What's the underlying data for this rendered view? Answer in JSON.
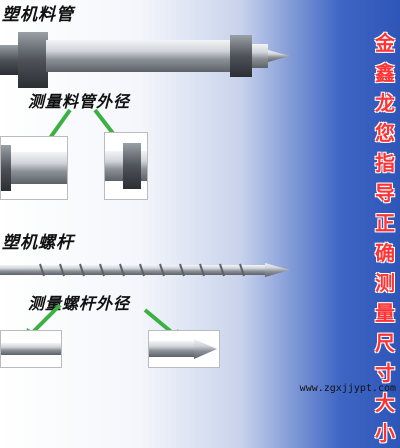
{
  "labels": {
    "barrel": "塑机料管",
    "measure_barrel": "测量料管外径",
    "screw": "塑机螺杆",
    "measure_screw": "测量螺杆外径"
  },
  "side_text": "金鑫龙您指导正确测量尺寸大小",
  "watermark": "www.zgxjjypt.com",
  "colors": {
    "arrow": "#3cb043",
    "side_text": "#ff3333",
    "metal": "#b8bcc2"
  },
  "icons": [
    "barrel-image",
    "screw-image",
    "arrow-icon"
  ]
}
